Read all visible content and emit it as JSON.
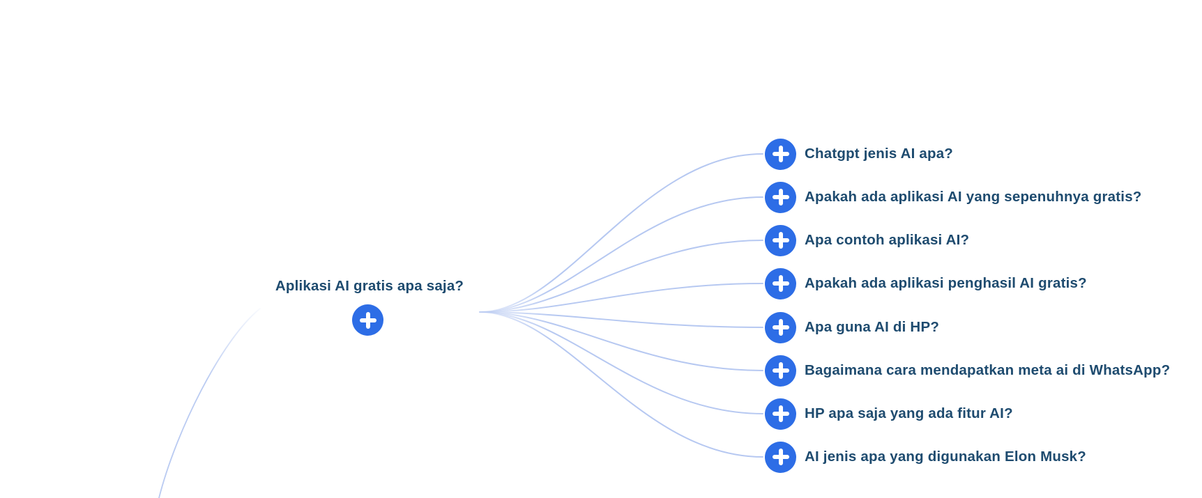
{
  "app": {
    "background": "#ffffff",
    "view": "mind-map"
  },
  "colors": {
    "accent_blue": "#2d6de6",
    "text_navy": "#1e4b6f",
    "connector_blue": "#b6c8f1",
    "plus_glyph": "#ffffff"
  },
  "icons": {
    "expand": "plus-icon"
  },
  "root": {
    "label": "Aplikasi AI gratis apa saja?"
  },
  "children": [
    {
      "label": "Chatgpt jenis AI apa?"
    },
    {
      "label": "Apakah ada aplikasi AI yang sepenuhnya gratis?"
    },
    {
      "label": "Apa contoh aplikasi AI?"
    },
    {
      "label": "Apakah ada aplikasi penghasil AI gratis?"
    },
    {
      "label": "Apa guna AI di HP?"
    },
    {
      "label": "Bagaimana cara mendapatkan meta ai di WhatsApp?"
    },
    {
      "label": "HP apa saja yang ada fitur AI?"
    },
    {
      "label": "AI jenis apa yang digunakan Elon Musk?"
    }
  ]
}
